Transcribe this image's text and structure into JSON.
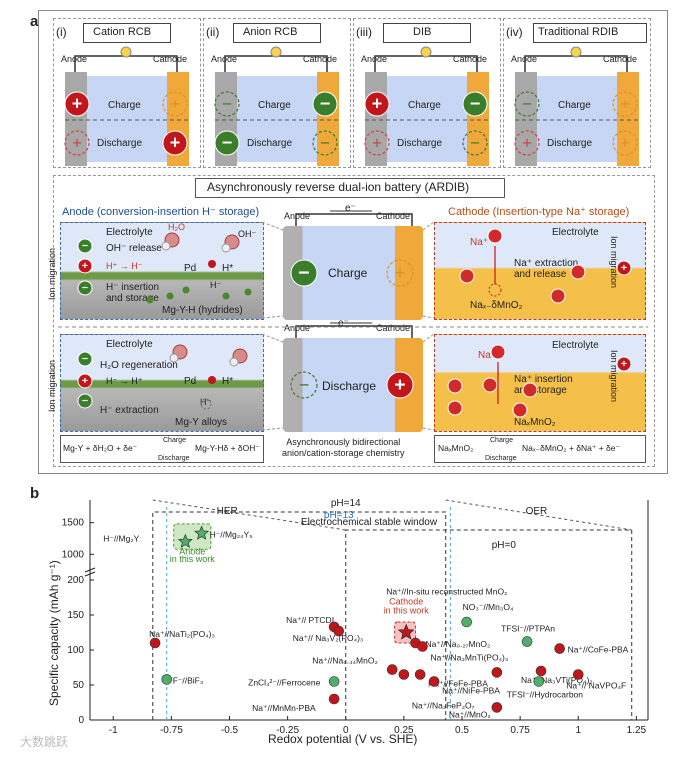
{
  "panel_a": {
    "label": "a",
    "cells": [
      {
        "num": "(i)",
        "title": "Cation RCB",
        "anode": "Anode",
        "cathode": "Cathode",
        "charge": "Charge",
        "discharge": "Discharge"
      },
      {
        "num": "(ii)",
        "title": "Anion RCB",
        "anode": "Anode",
        "cathode": "Cathode",
        "charge": "Charge",
        "discharge": "Discharge"
      },
      {
        "num": "(iii)",
        "title": "DIB",
        "anode": "Anode",
        "cathode": "Cathode",
        "charge": "Charge",
        "discharge": "Discharge"
      },
      {
        "num": "(iv)",
        "title": "Traditional  RDIB",
        "anode": "Anode",
        "cathode": "Cathode",
        "charge": "Charge",
        "discharge": "Discharge"
      }
    ],
    "ardib_title": "Asynchronously reverse dual-ion battery (ARDIB)",
    "anode_title": "Anode (conversion-insertion H⁻ storage)",
    "cathode_title": "Cathode (Insertion-type  Na⁺ storage)",
    "electrolyte": "Electrolyte",
    "h2o": "H₂O",
    "oh": "OH⁻",
    "oh_release": "OH⁻ release",
    "h_plus_to_h_minus": "H⁺ → H⁻",
    "pd": "Pd",
    "h_star": "H*",
    "h_minus": "H⁻",
    "h_insertion": "H⁻ insertion\nand storage",
    "mg_y_h": "Mg-Y-H (hydrides)",
    "ion_migration": "Ion migration",
    "center_anode": "Anode",
    "center_cathode": "Cathode",
    "e_minus": "e⁻",
    "center_charge": "Charge",
    "center_discharge": "Discharge",
    "na_plus": "Na⁺",
    "na_extraction": "Na⁺ extraction\nand release",
    "na_x_delta_mno2": "Naₓ₋δMnO₂",
    "h2o_regeneration": "H₂O regeneration",
    "h_minus_to_h_plus": "H⁻ → H⁺",
    "h_extraction": "H⁻ extraction",
    "mg_y_alloys": "Mg-Y alloys",
    "na_insertion": "Na⁺ insertion\nand storage",
    "na_x_mno2": "NaₓMnO₂",
    "eq_left_l": "Mg-Y + δH₂O + δe⁻",
    "eq_left_r": "Mg-Y-Hδ + δOH⁻",
    "eq_right_l": "NaₓMnO₂",
    "eq_right_r": "Naₓ₋δMnO₂ + δNa⁺ + δe⁻",
    "eq_charge": "Charge",
    "eq_discharge": "Discharge",
    "center_caption": "Asynchronously bidirectional\nanion/cation-storage chemistry"
  },
  "chart_data": {
    "type": "scatter",
    "panel_label": "b",
    "xlabel": "Redox potential (V vs. SHE)",
    "ylabel": "Specific capacity (mAh g⁻¹)",
    "xticks": [
      "-1",
      "-0.75",
      "-0.5",
      "-0.25",
      "0",
      "0.25",
      "0.5",
      "0.75",
      "1",
      "1.25"
    ],
    "yticks_lower": [
      "0",
      "50",
      "100",
      "150",
      "200"
    ],
    "yticks_upper": [
      "1000",
      "1500"
    ],
    "xlim": [
      -1.1,
      1.3
    ],
    "ylim_lower": [
      0,
      200
    ],
    "ylim_upper": [
      800,
      1700
    ],
    "regions": {
      "ph14": "pH=14",
      "ph13": "pH=13",
      "ph0": "pH=0",
      "her": "HER",
      "oer": "OER",
      "window": "Electrochemical stable window"
    },
    "anode_note": "Anode\nin this work",
    "cathode_note": "Cathode\nin this work",
    "points": [
      {
        "label": "H⁻//Mg₂Y",
        "x": -0.69,
        "y": 1200,
        "marker": "star-green"
      },
      {
        "label": "H⁻//Mg₂₄Y₅",
        "x": -0.62,
        "y": 1330,
        "marker": "star-green"
      },
      {
        "label": "Na⁺//NaTi₂(PO₄)₃",
        "x": -0.82,
        "y": 110,
        "marker": "red"
      },
      {
        "label": "F⁻//BiF₃",
        "x": -0.77,
        "y": 58,
        "marker": "green"
      },
      {
        "label": "Na⁺// PTCDI",
        "x": -0.05,
        "y": 133,
        "marker": "red"
      },
      {
        "label": "Na⁺// Na₃V₂(PO₄)₃",
        "x": -0.03,
        "y": 127,
        "marker": "red"
      },
      {
        "label": "Na⁺//Na₀.₄₄MnO₂",
        "x": 0.2,
        "y": 72,
        "marker": "red"
      },
      {
        "label": "ZnCl₄²⁻//Ferrocene",
        "x": -0.05,
        "y": 55,
        "marker": "green"
      },
      {
        "label": "Na⁺//MnMn-PBA",
        "x": -0.05,
        "y": 30,
        "marker": "red"
      },
      {
        "label": "Na⁺//In-situ reconstructed MnO₂",
        "x": 0.26,
        "y": 125,
        "marker": "star-red"
      },
      {
        "label": "Na⁺//Na₀.₂₇MnO₂",
        "x": 0.3,
        "y": 110,
        "marker": "red"
      },
      {
        "label": "Na⁺//Na₃MnTi(PO₄)₃",
        "x": 0.33,
        "y": 105,
        "marker": "red"
      },
      {
        "label": "Na⁺//FeFe-PBA",
        "x": 0.32,
        "y": 65,
        "marker": "red"
      },
      {
        "label": "Na⁺//Na₂FeP₂O₇",
        "x": 0.25,
        "y": 65,
        "marker": "red"
      },
      {
        "label": "Na⁺//NiFe-PBA",
        "x": 0.38,
        "y": 55,
        "marker": "red"
      },
      {
        "label": "NO₃⁻//Mn₃O₄",
        "x": 0.52,
        "y": 140,
        "marker": "green"
      },
      {
        "label": "Na⁺//MnO₂",
        "x": 0.65,
        "y": 18,
        "marker": "red"
      },
      {
        "label": "TFSI⁻//PTPAn",
        "x": 0.78,
        "y": 112,
        "marker": "green"
      },
      {
        "label": "Na⁺//CoFe-PBA",
        "x": 0.92,
        "y": 102,
        "marker": "red"
      },
      {
        "label": "Na⁺//Na₃VTi(PO₄)₃",
        "x": 0.84,
        "y": 70,
        "marker": "red"
      },
      {
        "label": "Na⁺// NaVPO₄F",
        "x": 1.0,
        "y": 65,
        "marker": "red"
      },
      {
        "label": "TFSI⁻//Hydrocarbon",
        "x": 0.83,
        "y": 55,
        "marker": "green"
      },
      {
        "label": "Na⁺//Na₀.₄₄MnO₂ (b)",
        "x": 0.65,
        "y": 68,
        "marker": "red"
      }
    ]
  },
  "watermark": "大数跳跃"
}
